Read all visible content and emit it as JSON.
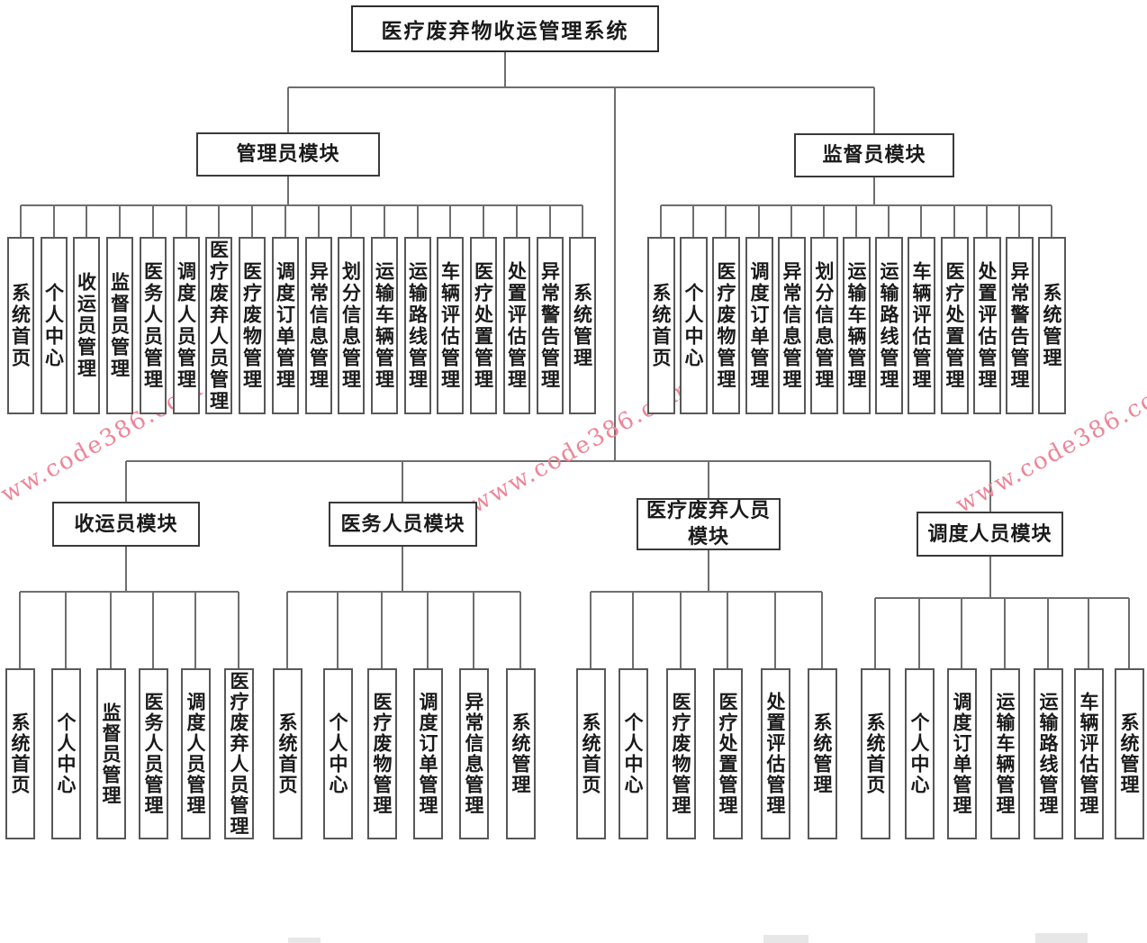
{
  "watermark": {
    "text": "www.code386.com",
    "color": "#ee8598"
  },
  "tree": {
    "root": {
      "label": "医疗废弃物收运管理系统"
    },
    "groups": [
      {
        "id": "admin",
        "label": "管理员模块",
        "leaves": [
          "系统首页",
          "个人中心",
          "收运员管理",
          "监督员管理",
          "医务人员管理",
          "调度人员管理",
          "医疗废弃人员管理",
          "医疗废物管理",
          "调度订单管理",
          "异常信息管理",
          "划分信息管理",
          "运输车辆管理",
          "运输路线管理",
          "车辆评估管理",
          "医疗处置管理",
          "处置评估管理",
          "异常警告管理",
          "系统管理"
        ]
      },
      {
        "id": "supervisor",
        "label": "监督员模块",
        "leaves": [
          "系统首页",
          "个人中心",
          "医疗废物管理",
          "调度订单管理",
          "异常信息管理",
          "划分信息管理",
          "运输车辆管理",
          "运输路线管理",
          "车辆评估管理",
          "医疗处置管理",
          "处置评估管理",
          "异常警告管理",
          "系统管理"
        ]
      },
      {
        "id": "collector",
        "label": "收运员模块",
        "leaves": [
          "系统首页",
          "个人中心",
          "监督员管理",
          "医务人员管理",
          "调度人员管理",
          "医疗废弃人员管理"
        ]
      },
      {
        "id": "medical",
        "label": "医务人员模块",
        "leaves": [
          "系统首页",
          "个人中心",
          "医疗废物管理",
          "调度订单管理",
          "异常信息管理",
          "系统管理"
        ]
      },
      {
        "id": "waste",
        "label": "医疗废弃人员模块",
        "leaves": [
          "系统首页",
          "个人中心",
          "医疗废物管理",
          "医疗处置管理",
          "处置评估管理",
          "系统管理"
        ]
      },
      {
        "id": "dispatch",
        "label": "调度人员模块",
        "leaves": [
          "系统首页",
          "个人中心",
          "调度订单管理",
          "运输车辆管理",
          "运输路线管理",
          "车辆评估管理",
          "系统管理"
        ]
      }
    ]
  }
}
